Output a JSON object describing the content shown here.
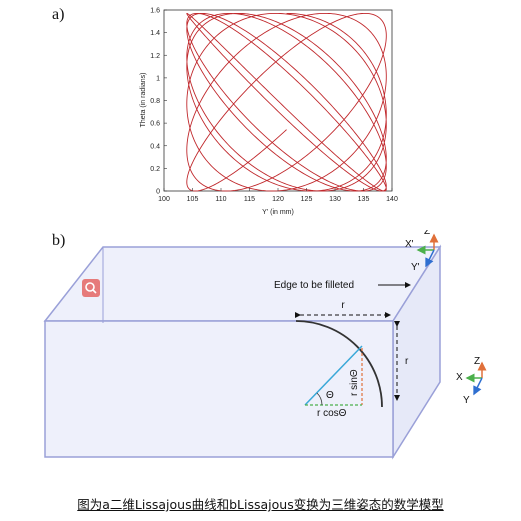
{
  "panel_labels": {
    "a": "a)",
    "b": "b)"
  },
  "chart_data": {
    "type": "line",
    "title": "",
    "xlabel": "Y' (in mm)",
    "ylabel": "Theta (in radians)",
    "xlim": [
      100,
      140
    ],
    "ylim": [
      0,
      1.6
    ],
    "x_ticks": [
      "100",
      "105",
      "110",
      "115",
      "120",
      "125",
      "130",
      "135",
      "140"
    ],
    "y_ticks": [
      "0",
      "0.2",
      "0.4",
      "0.6",
      "0.8",
      "1",
      "1.2",
      "1.4",
      "1.6"
    ],
    "series": [
      {
        "color": "#c0282c",
        "form": "Lissajous",
        "x_center": 121.5,
        "x_amplitude": 17.5,
        "y_center": 0.785,
        "y_amplitude": 0.785,
        "x_cycles": 8,
        "y_cycles": 8.7
      }
    ],
    "grid": false
  },
  "diagram": {
    "edge_label": "Edge to be filleted",
    "radius_label": "r",
    "radius_vertical_label": "r",
    "sin_label": "r sinΘ",
    "cos_label": "r cosΘ",
    "theta_label": "Θ",
    "axes_top": {
      "z": "Z'",
      "x": "X'",
      "y": "Y'"
    },
    "axes_side": {
      "z": "Z",
      "x": "X",
      "y": "Y"
    },
    "colors": {
      "box": "#9aa0d8",
      "box_fill": "#eef0fb",
      "arc": "#333333",
      "radius": "#3aa8d8",
      "sin": "#e0703a",
      "cos": "#4cb04c",
      "z_axis": "#e0703a",
      "x_axis": "#4cb04c",
      "y_axis": "#2f6fd0"
    }
  },
  "icons": {
    "search": "search-icon"
  },
  "caption": "图为a二维Lissajous曲线和bLissajous变换为三维姿态的数学模型"
}
